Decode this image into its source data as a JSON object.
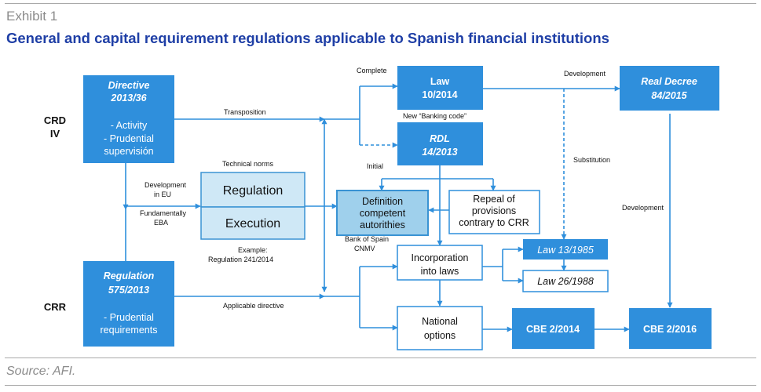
{
  "header": {
    "exhibit": "Exhibit 1",
    "title": "General and capital requirement regulations applicable to Spanish financial institutions"
  },
  "footer": {
    "source": "Source: AFI."
  },
  "side_labels": {
    "crd_l1": "CRD",
    "crd_l2": "IV",
    "crr": "CRR"
  },
  "boxes": {
    "directive": {
      "title1": "Directive",
      "title2": "2013/36",
      "line1": "- Activity",
      "line2": "- Prudential",
      "line3": "supervisión"
    },
    "regulation575": {
      "title1": "Regulation",
      "title2": "575/2013",
      "line1": "- Prudential",
      "line2": "requirements"
    },
    "regulation": {
      "label": "Regulation"
    },
    "execution": {
      "label": "Execution"
    },
    "law10": {
      "line1": "Law",
      "line2": "10/2014"
    },
    "rdl": {
      "line1": "RDL",
      "line2": "14/2013"
    },
    "real_decree": {
      "line1": "Real Decree",
      "line2": "84/2015"
    },
    "definition": {
      "line1": "Definition",
      "line2": "competent",
      "line3": "autorithies"
    },
    "repeal": {
      "line1": "Repeal of",
      "line2": "provisions",
      "line3": "contrary to CRR"
    },
    "incorporation": {
      "line1": "Incorporation",
      "line2": "into laws"
    },
    "national": {
      "line1": "National",
      "line2": "options"
    },
    "law13": {
      "label": "Law 13/1985"
    },
    "law26": {
      "label": "Law 26/1988"
    },
    "cbe2014": {
      "label": "CBE 2/2014"
    },
    "cbe2016": {
      "label": "CBE 2/2016"
    }
  },
  "labels": {
    "complete": "Complete",
    "development_top": "Development",
    "transposition": "Transposition",
    "banking_code": "New “Banking code”",
    "technical_norms": "Technical norms",
    "initial": "Initial",
    "substitution": "Substitution",
    "dev_eu_1": "Development",
    "dev_eu_2": "in EU",
    "fund_1": "Fundamentally",
    "fund_2": "EBA",
    "development_right": "Development",
    "bos_1": "Bank of Spain",
    "bos_2": "CNMV",
    "example_1": "Example:",
    "example_2": "Regulation  241/2014",
    "applicable": "Applicable directive"
  },
  "colors": {
    "dark_box": "#2f8fdc",
    "light_box": "#cfe8f6",
    "definition_box": "#9fd0ec",
    "title": "#1f3fa6"
  }
}
